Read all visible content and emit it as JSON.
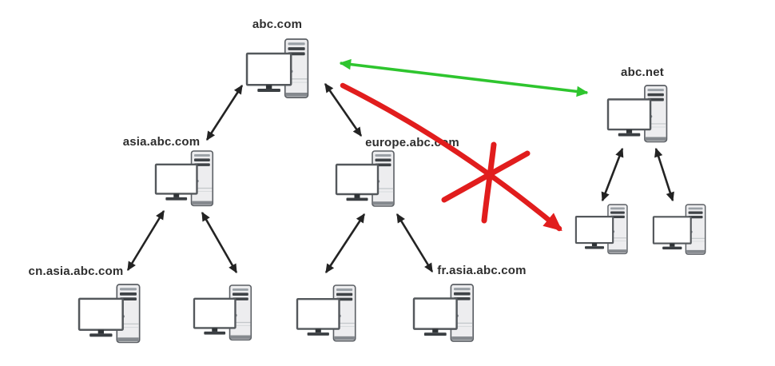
{
  "diagram": {
    "kind": "domain-hierarchy-tree",
    "nodes": [
      {
        "id": "abc-com",
        "label": "abc.com"
      },
      {
        "id": "asia-abc-com",
        "label": "asia.abc.com"
      },
      {
        "id": "europe-abc-com",
        "label": "europe.abc.com"
      },
      {
        "id": "abc-net",
        "label": "abc.net"
      },
      {
        "id": "cn-asia-abc-com",
        "label": "cn.asia.abc.com"
      },
      {
        "id": "asia-child-2",
        "label": ""
      },
      {
        "id": "europe-child-1",
        "label": ""
      },
      {
        "id": "fr-asia-abc-com",
        "label": "fr.asia.abc.com"
      },
      {
        "id": "abc-net-child-1",
        "label": ""
      },
      {
        "id": "abc-net-child-2",
        "label": ""
      }
    ],
    "edges": [
      {
        "from": "abc.com",
        "to": "asia.abc.com",
        "style": "black-double-arrow"
      },
      {
        "from": "abc.com",
        "to": "europe.abc.com",
        "style": "black-double-arrow"
      },
      {
        "from": "asia.abc.com",
        "to": "cn.asia.abc.com",
        "style": "black-double-arrow"
      },
      {
        "from": "asia.abc.com",
        "to": "unlabeled-child",
        "style": "black-double-arrow"
      },
      {
        "from": "europe.abc.com",
        "to": "unlabeled-child",
        "style": "black-double-arrow"
      },
      {
        "from": "europe.abc.com",
        "to": "fr.asia.abc.com",
        "style": "black-double-arrow"
      },
      {
        "from": "abc.net",
        "to": "unlabeled-child-1",
        "style": "black-double-arrow"
      },
      {
        "from": "abc.net",
        "to": "unlabeled-child-2",
        "style": "black-double-arrow"
      },
      {
        "from": "abc.com",
        "to": "abc.net",
        "style": "green-double-arrow"
      },
      {
        "from": "abc.com",
        "to": "abc.net-child-1",
        "style": "red-arrow-crossed-out"
      }
    ],
    "colors": {
      "edge_black": "#232323",
      "trust_green": "#2ec52e",
      "annotation_red": "#e11d1d",
      "label_text": "#2e2e2e",
      "icon_body": "#ededef",
      "icon_outline": "#5b5f64"
    }
  }
}
